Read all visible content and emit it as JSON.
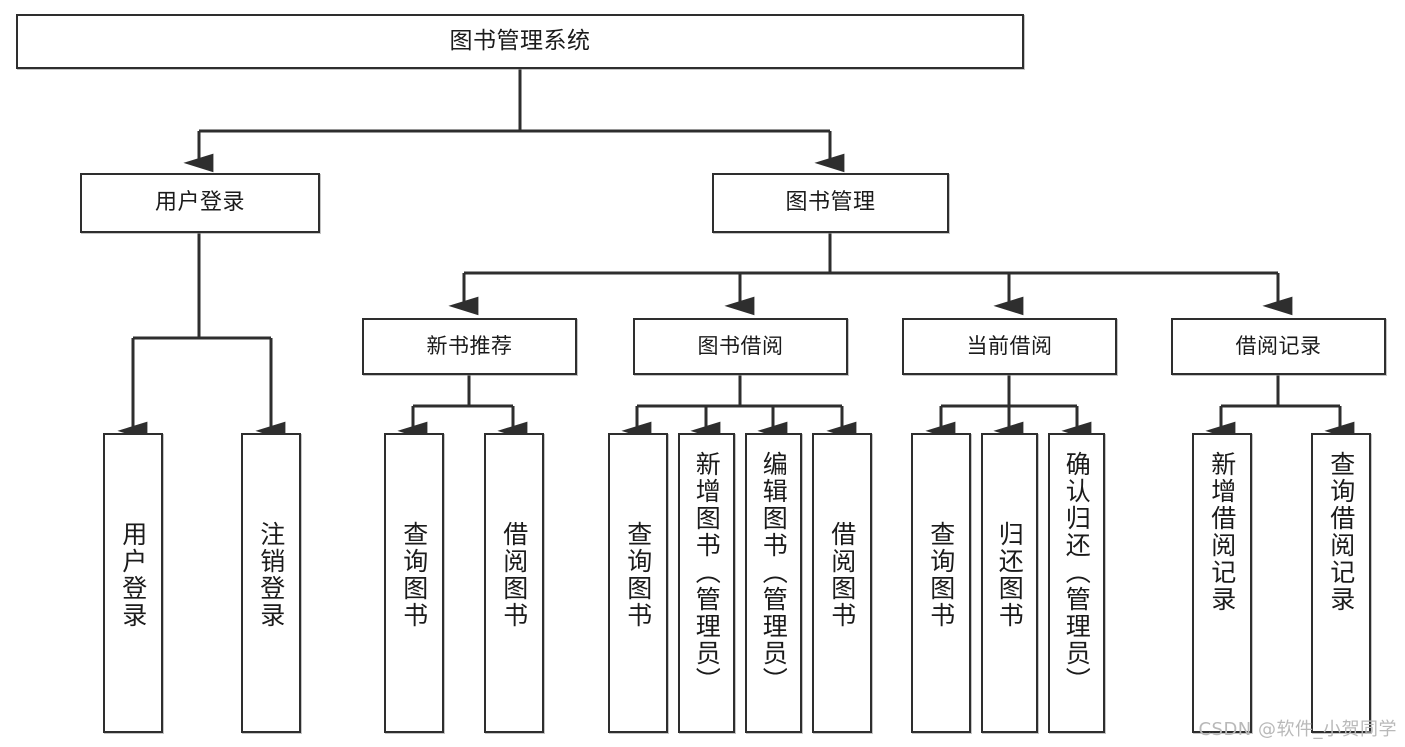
{
  "diagram": {
    "title": "图书管理系统",
    "type": "tree",
    "watermark": "CSDN @软件_小贺同学",
    "colors": {
      "background": "#ffffff",
      "box_border": "#2e2e2e",
      "box_fill": "#ffffff",
      "connector": "#2e2e2e",
      "text": "#1b1b1b",
      "watermark": "#b9b9b9"
    },
    "root": {
      "label": "图书管理系统"
    },
    "level1": [
      {
        "label": "用户登录"
      },
      {
        "label": "图书管理"
      }
    ],
    "level2": [
      {
        "label": "新书推荐"
      },
      {
        "label": "图书借阅"
      },
      {
        "label": "当前借阅"
      },
      {
        "label": "借阅记录"
      }
    ],
    "leaves": {
      "user_login": [
        {
          "label": "用户登录"
        },
        {
          "label": "注销登录"
        }
      ],
      "new_book_recommend": [
        {
          "label": "查询图书"
        },
        {
          "label": "借阅图书"
        }
      ],
      "book_borrow": [
        {
          "label": "查询图书"
        },
        {
          "label": "新增图书（管理员）"
        },
        {
          "label": "编辑图书（管理员）"
        },
        {
          "label": "借阅图书"
        }
      ],
      "current_borrow": [
        {
          "label": "查询图书"
        },
        {
          "label": "归还图书"
        },
        {
          "label": "确认归还（管理员）"
        }
      ],
      "borrow_record": [
        {
          "label": "新增借阅记录"
        },
        {
          "label": "查询借阅记录"
        }
      ]
    }
  }
}
